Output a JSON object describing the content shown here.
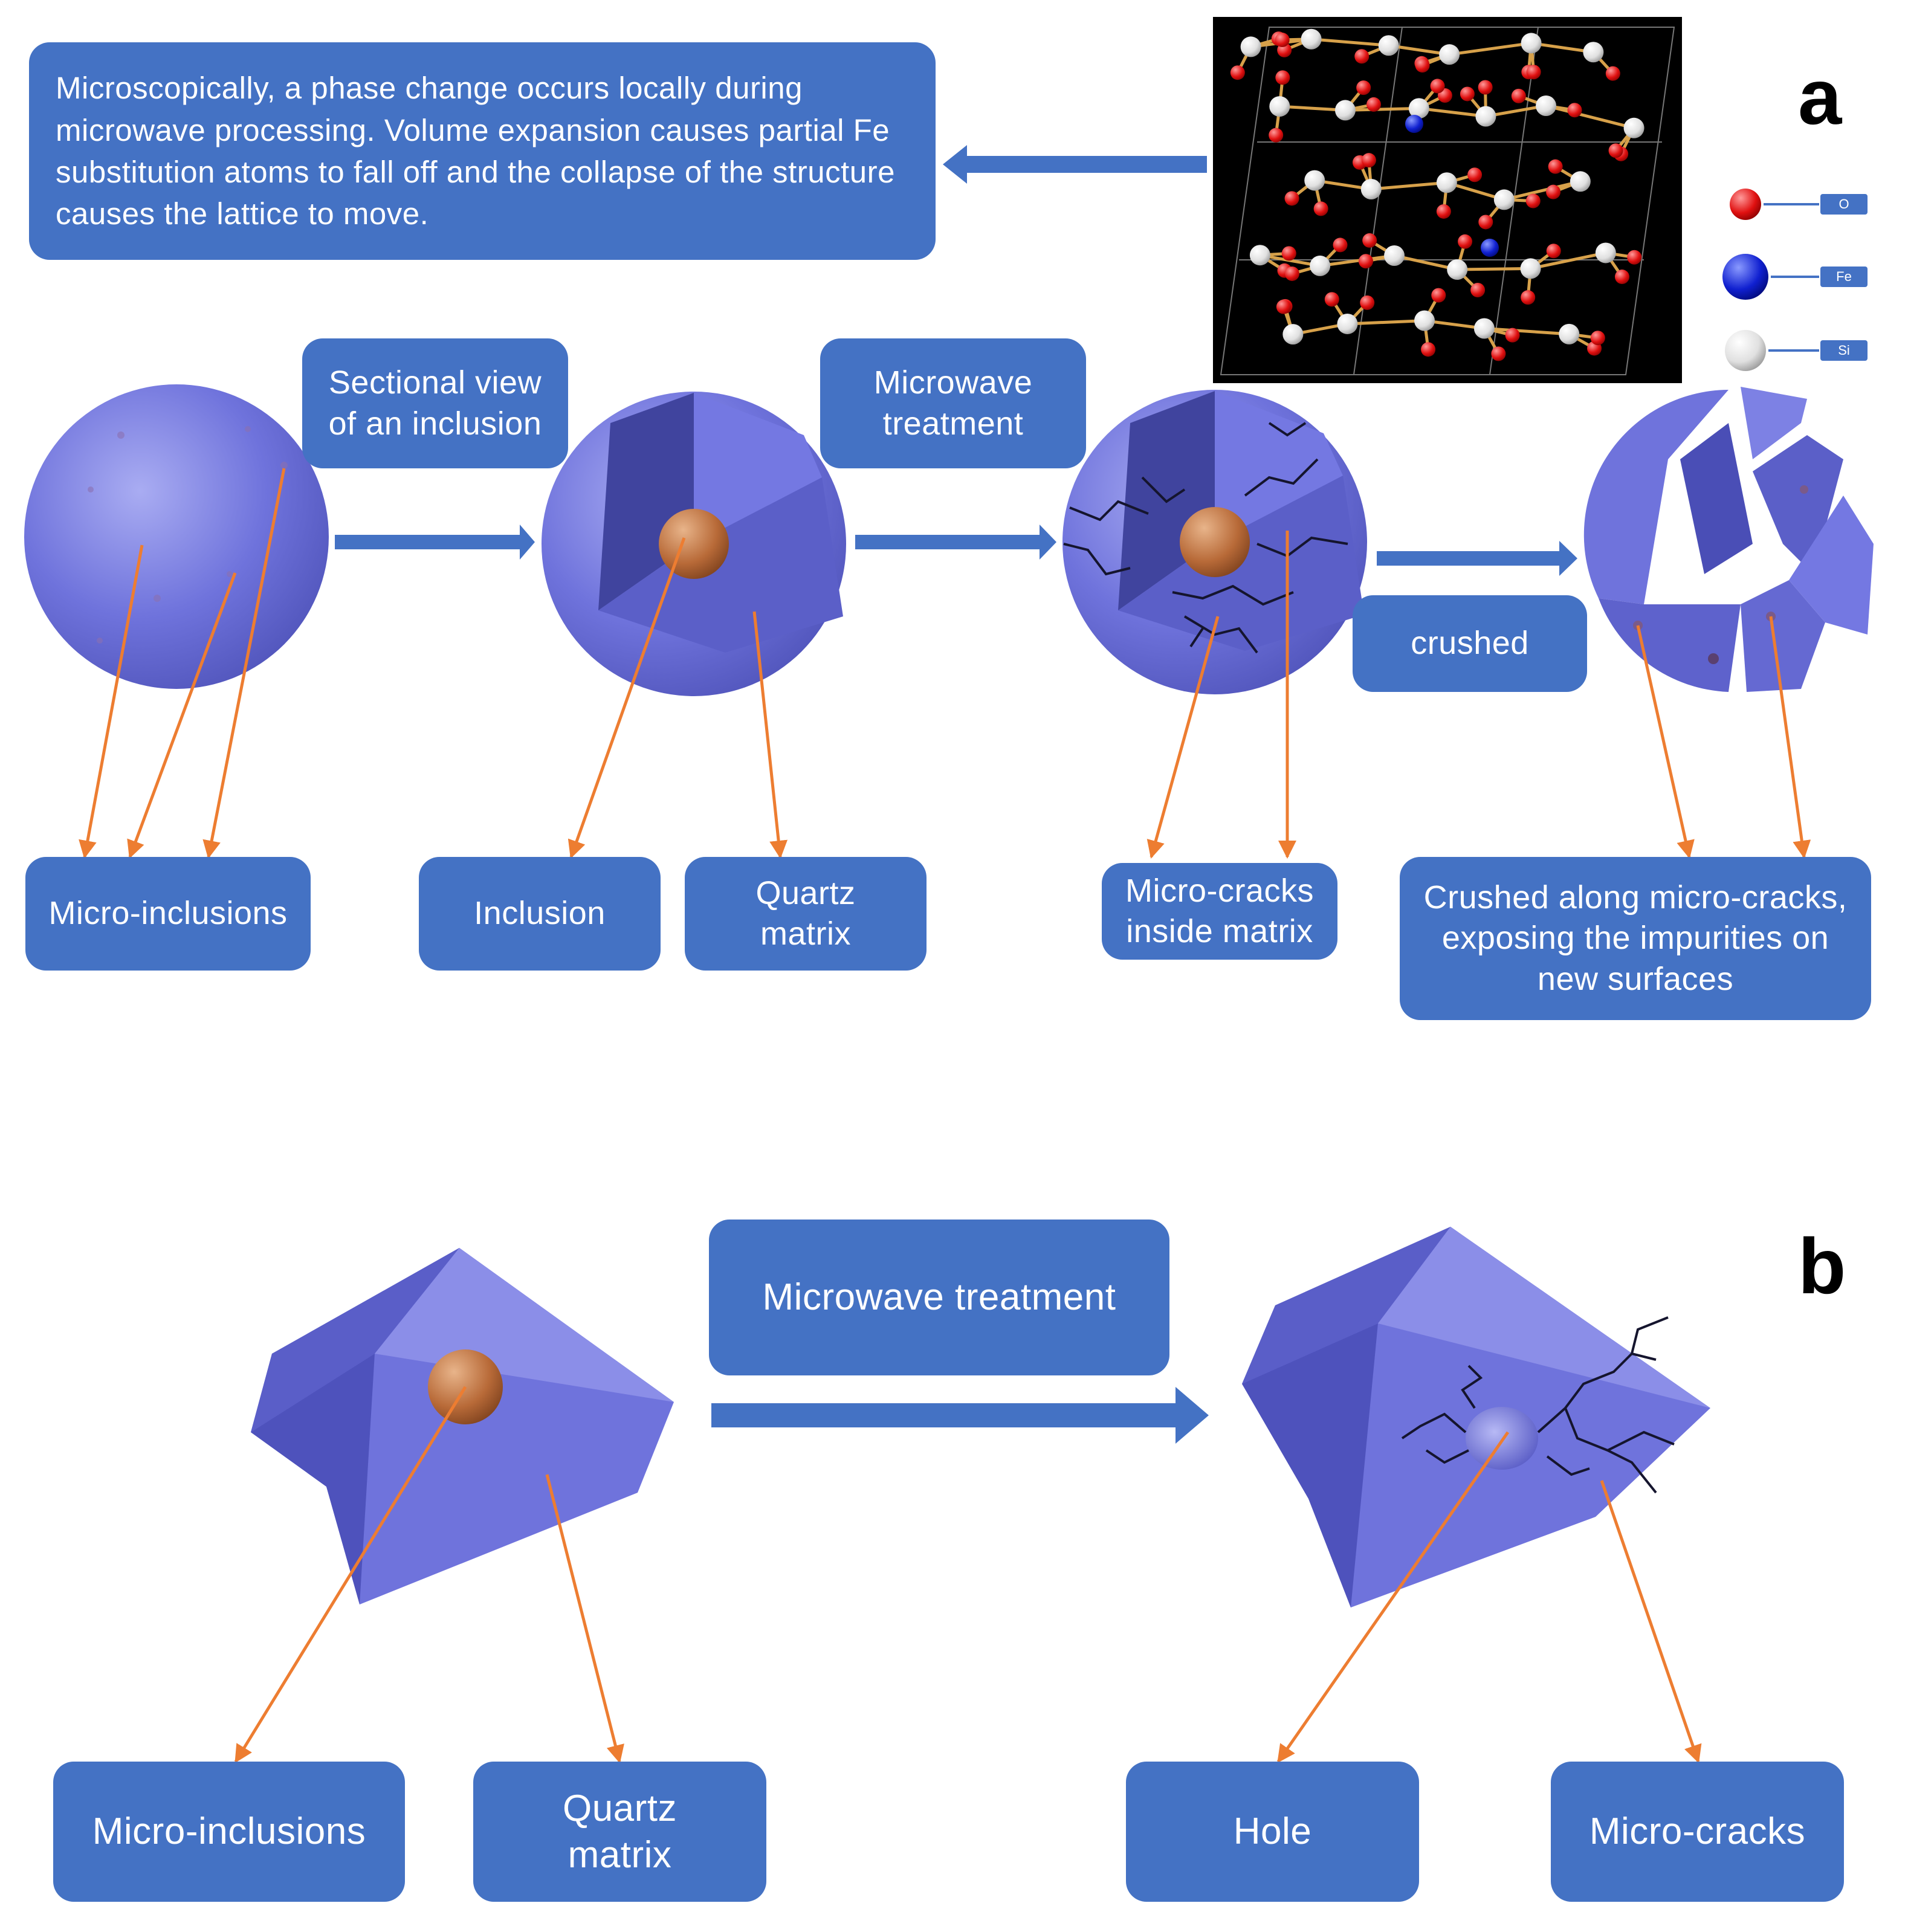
{
  "panel_a": {
    "letter": "a",
    "description_box": "Microscopically, a phase change occurs locally during microwave processing. Volume expansion causes partial Fe substitution atoms to fall off and the collapse of the structure causes the lattice to move.",
    "step_labels": {
      "sectional_view": "Sectional view of an inclusion",
      "microwave": "Microwave treatment",
      "crushed": "crushed"
    },
    "callouts": {
      "micro_inclusions": "Micro-inclusions",
      "inclusion": "Inclusion",
      "quartz_matrix": "Quartz matrix",
      "micro_cracks_inside": "Micro-cracks inside matrix",
      "crushed_along": "Crushed along micro-cracks, exposing the impurities on new surfaces"
    },
    "legend": [
      {
        "atom": "O",
        "color": "#e01010"
      },
      {
        "atom": "Fe",
        "color": "#1020d0"
      },
      {
        "atom": "Si",
        "color": "#e8e8e8"
      }
    ]
  },
  "panel_b": {
    "letter": "b",
    "step_label": "Microwave treatment",
    "callouts": {
      "micro_inclusions": "Micro-inclusions",
      "quartz_matrix": "Quartz matrix",
      "hole": "Hole",
      "micro_cracks": "Micro-cracks"
    }
  },
  "colors": {
    "box_fill": "#4472c4",
    "arrow": "#4472c4",
    "leader_line": "#ed7d31",
    "sphere": "#6b6fd8",
    "inclusion": "#b86a38"
  }
}
